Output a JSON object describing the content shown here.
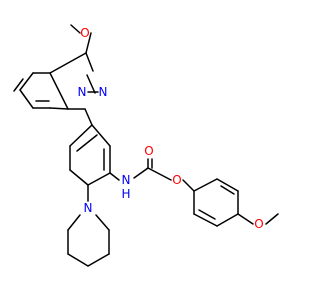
{
  "molecule": {
    "atom_labels": {
      "o_methoxy_top": "O",
      "n_phthalazine_3": "N",
      "n_phthalazine_2": "N",
      "o_carbonyl": "O",
      "o_ether": "O",
      "n_amide": "N",
      "h_amide": "H",
      "o_methoxy_right": "O",
      "n_piperidine": "N"
    },
    "colors": {
      "bond": "#000000",
      "oxygen": "#ff0000",
      "nitrogen": "#0000ff"
    }
  }
}
